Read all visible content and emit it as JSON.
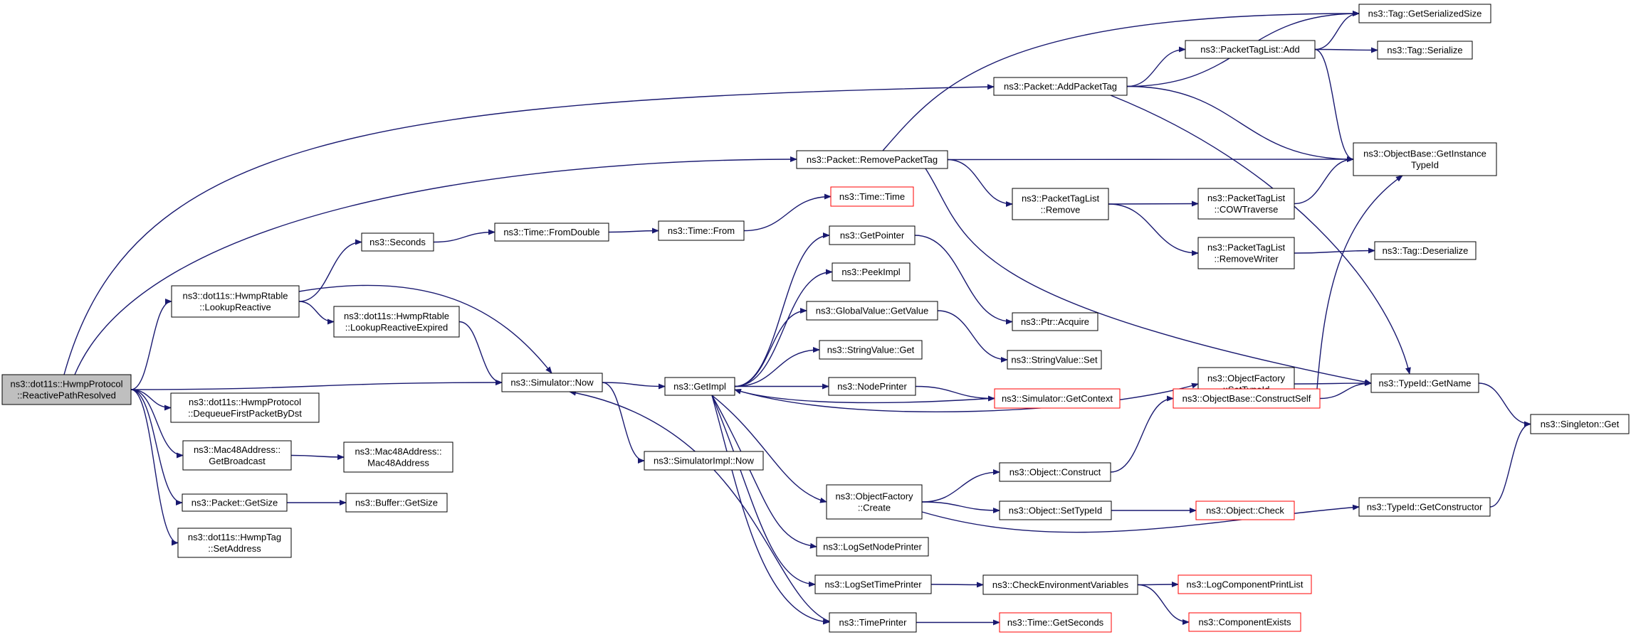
{
  "graph": {
    "colors": {
      "edge": "#191970",
      "root_fill": "#bfbfbf",
      "node_fill": "#ffffff",
      "node_border": "#000000",
      "truncated_border": "#ff0000"
    },
    "nodes": [
      {
        "id": "root",
        "lines": [
          "ns3::dot11s::HwmpProtocol",
          "::ReactivePathResolved"
        ],
        "root": true
      },
      {
        "id": "lookupReactive",
        "lines": [
          "ns3::dot11s::HwmpRtable",
          "::LookupReactive"
        ]
      },
      {
        "id": "dequeue",
        "lines": [
          "ns3::dot11s::HwmpProtocol",
          "::DequeueFirstPacketByDst"
        ]
      },
      {
        "id": "getBroadcast",
        "lines": [
          "ns3::Mac48Address::",
          "GetBroadcast"
        ]
      },
      {
        "id": "packetGetSize",
        "lines": [
          "ns3::Packet::GetSize"
        ]
      },
      {
        "id": "hwmpTagSetAddress",
        "lines": [
          "ns3::dot11s::HwmpTag",
          "::SetAddress"
        ]
      },
      {
        "id": "seconds",
        "lines": [
          "ns3::Seconds"
        ]
      },
      {
        "id": "lookupReactiveExpired",
        "lines": [
          "ns3::dot11s::HwmpRtable",
          "::LookupReactiveExpired"
        ]
      },
      {
        "id": "mac48Address",
        "lines": [
          "ns3::Mac48Address::",
          "Mac48Address"
        ]
      },
      {
        "id": "bufferGetSize",
        "lines": [
          "ns3::Buffer::GetSize"
        ]
      },
      {
        "id": "timeFromDouble",
        "lines": [
          "ns3::Time::FromDouble"
        ]
      },
      {
        "id": "simulatorNow",
        "lines": [
          "ns3::Simulator::Now"
        ]
      },
      {
        "id": "timeFrom",
        "lines": [
          "ns3::Time::From"
        ]
      },
      {
        "id": "getImpl",
        "lines": [
          "ns3::GetImpl"
        ]
      },
      {
        "id": "simulatorImplNow",
        "lines": [
          "ns3::SimulatorImpl::Now"
        ]
      },
      {
        "id": "timeTime",
        "lines": [
          "ns3::Time::Time"
        ],
        "truncated": true
      },
      {
        "id": "getPointer",
        "lines": [
          "ns3::GetPointer"
        ]
      },
      {
        "id": "peekImpl",
        "lines": [
          "ns3::PeekImpl"
        ]
      },
      {
        "id": "globalValueGetValue",
        "lines": [
          "ns3::GlobalValue::GetValue"
        ]
      },
      {
        "id": "stringValueGet",
        "lines": [
          "ns3::StringValue::Get"
        ]
      },
      {
        "id": "nodePrinter",
        "lines": [
          "ns3::NodePrinter"
        ]
      },
      {
        "id": "objectFactoryCreate",
        "lines": [
          "ns3::ObjectFactory",
          "::Create"
        ]
      },
      {
        "id": "logSetNodePrinter",
        "lines": [
          "ns3::LogSetNodePrinter"
        ]
      },
      {
        "id": "logSetTimePrinter",
        "lines": [
          "ns3::LogSetTimePrinter"
        ]
      },
      {
        "id": "timePrinter",
        "lines": [
          "ns3::TimePrinter"
        ]
      },
      {
        "id": "packetRemovePacketTag",
        "lines": [
          "ns3::Packet::RemovePacketTag"
        ]
      },
      {
        "id": "packetAddPacketTag",
        "lines": [
          "ns3::Packet::AddPacketTag"
        ]
      },
      {
        "id": "ptrAcquire",
        "lines": [
          "ns3::Ptr::Acquire"
        ]
      },
      {
        "id": "stringValueSet",
        "lines": [
          "ns3::StringValue::Set"
        ]
      },
      {
        "id": "simulatorGetContext",
        "lines": [
          "ns3::Simulator::GetContext"
        ],
        "truncated": true
      },
      {
        "id": "objectConstruct",
        "lines": [
          "ns3::Object::Construct"
        ]
      },
      {
        "id": "objectSetTypeId",
        "lines": [
          "ns3::Object::SetTypeId"
        ]
      },
      {
        "id": "checkEnvVars",
        "lines": [
          "ns3::CheckEnvironmentVariables"
        ]
      },
      {
        "id": "timeGetSeconds",
        "lines": [
          "ns3::Time::GetSeconds"
        ],
        "truncated": true
      },
      {
        "id": "packetTagListRemove",
        "lines": [
          "ns3::PacketTagList",
          "::Remove"
        ]
      },
      {
        "id": "packetTagListAdd",
        "lines": [
          "ns3::PacketTagList::Add"
        ]
      },
      {
        "id": "objectFactorySetTypeId",
        "lines": [
          "ns3::ObjectFactory",
          "::SetTypeId"
        ]
      },
      {
        "id": "objectBaseConstructSelf",
        "lines": [
          "ns3::ObjectBase::ConstructSelf"
        ],
        "truncated": true
      },
      {
        "id": "objectCheck",
        "lines": [
          "ns3::Object::Check"
        ],
        "truncated": true
      },
      {
        "id": "logComponentPrintList",
        "lines": [
          "ns3::LogComponentPrintList"
        ],
        "truncated": true
      },
      {
        "id": "componentExists",
        "lines": [
          "ns3::ComponentExists"
        ],
        "truncated": true
      },
      {
        "id": "cowTraverse",
        "lines": [
          "ns3::PacketTagList",
          "::COWTraverse"
        ]
      },
      {
        "id": "removeWriter",
        "lines": [
          "ns3::PacketTagList",
          "::RemoveWriter"
        ]
      },
      {
        "id": "tagGetSerializedSize",
        "lines": [
          "ns3::Tag::GetSerializedSize"
        ]
      },
      {
        "id": "tagSerialize",
        "lines": [
          "ns3::Tag::Serialize"
        ]
      },
      {
        "id": "getInstanceTypeId",
        "lines": [
          "ns3::ObjectBase::GetInstance",
          "TypeId"
        ]
      },
      {
        "id": "tagDeserialize",
        "lines": [
          "ns3::Tag::Deserialize"
        ]
      },
      {
        "id": "typeIdGetName",
        "lines": [
          "ns3::TypeId::GetName"
        ]
      },
      {
        "id": "typeIdGetConstructor",
        "lines": [
          "ns3::TypeId::GetConstructor"
        ]
      },
      {
        "id": "singletonGet",
        "lines": [
          "ns3::Singleton::Get"
        ]
      }
    ],
    "edges": [
      [
        "root",
        "lookupReactive"
      ],
      [
        "root",
        "simulatorNow"
      ],
      [
        "root",
        "dequeue"
      ],
      [
        "root",
        "getBroadcast"
      ],
      [
        "root",
        "packetGetSize"
      ],
      [
        "root",
        "hwmpTagSetAddress"
      ],
      [
        "root",
        "packetRemovePacketTag"
      ],
      [
        "root",
        "packetAddPacketTag"
      ],
      [
        "lookupReactive",
        "seconds"
      ],
      [
        "lookupReactive",
        "lookupReactiveExpired"
      ],
      [
        "lookupReactive",
        "simulatorNow"
      ],
      [
        "lookupReactiveExpired",
        "simulatorNow"
      ],
      [
        "getBroadcast",
        "mac48Address"
      ],
      [
        "packetGetSize",
        "bufferGetSize"
      ],
      [
        "seconds",
        "timeFromDouble"
      ],
      [
        "timeFromDouble",
        "timeFrom"
      ],
      [
        "timeFrom",
        "timeTime"
      ],
      [
        "simulatorNow",
        "getImpl"
      ],
      [
        "simulatorNow",
        "simulatorImplNow"
      ],
      [
        "getImpl",
        "getPointer"
      ],
      [
        "getImpl",
        "peekImpl"
      ],
      [
        "getImpl",
        "globalValueGetValue"
      ],
      [
        "getImpl",
        "stringValueGet"
      ],
      [
        "getImpl",
        "nodePrinter"
      ],
      [
        "getImpl",
        "objectFactoryCreate"
      ],
      [
        "getImpl",
        "logSetNodePrinter"
      ],
      [
        "getImpl",
        "logSetTimePrinter"
      ],
      [
        "getImpl",
        "timePrinter"
      ],
      [
        "getImpl",
        "objectFactorySetTypeId"
      ],
      [
        "getPointer",
        "ptrAcquire"
      ],
      [
        "globalValueGetValue",
        "stringValueSet"
      ],
      [
        "nodePrinter",
        "simulatorGetContext"
      ],
      [
        "simulatorGetContext",
        "getImpl"
      ],
      [
        "timePrinter",
        "simulatorNow"
      ],
      [
        "timePrinter",
        "timeGetSeconds"
      ],
      [
        "objectFactoryCreate",
        "objectConstruct"
      ],
      [
        "objectFactoryCreate",
        "objectSetTypeId"
      ],
      [
        "objectFactoryCreate",
        "typeIdGetConstructor"
      ],
      [
        "objectConstruct",
        "objectBaseConstructSelf"
      ],
      [
        "objectSetTypeId",
        "objectCheck"
      ],
      [
        "logSetTimePrinter",
        "checkEnvVars"
      ],
      [
        "checkEnvVars",
        "logComponentPrintList"
      ],
      [
        "checkEnvVars",
        "componentExists"
      ],
      [
        "packetRemovePacketTag",
        "tagGetSerializedSize"
      ],
      [
        "packetRemovePacketTag",
        "getInstanceTypeId"
      ],
      [
        "packetRemovePacketTag",
        "packetTagListRemove"
      ],
      [
        "packetRemovePacketTag",
        "typeIdGetName"
      ],
      [
        "packetAddPacketTag",
        "packetTagListAdd"
      ],
      [
        "packetAddPacketTag",
        "getInstanceTypeId"
      ],
      [
        "packetAddPacketTag",
        "typeIdGetName"
      ],
      [
        "packetAddPacketTag",
        "tagGetSerializedSize"
      ],
      [
        "packetTagListAdd",
        "tagGetSerializedSize"
      ],
      [
        "packetTagListAdd",
        "tagSerialize"
      ],
      [
        "packetTagListAdd",
        "getInstanceTypeId"
      ],
      [
        "packetTagListRemove",
        "cowTraverse"
      ],
      [
        "packetTagListRemove",
        "removeWriter"
      ],
      [
        "cowTraverse",
        "getInstanceTypeId"
      ],
      [
        "removeWriter",
        "tagDeserialize"
      ],
      [
        "objectFactorySetTypeId",
        "typeIdGetName"
      ],
      [
        "objectBaseConstructSelf",
        "typeIdGetName"
      ],
      [
        "objectBaseConstructSelf",
        "getInstanceTypeId"
      ],
      [
        "typeIdGetName",
        "singletonGet"
      ],
      [
        "typeIdGetConstructor",
        "singletonGet"
      ]
    ]
  }
}
